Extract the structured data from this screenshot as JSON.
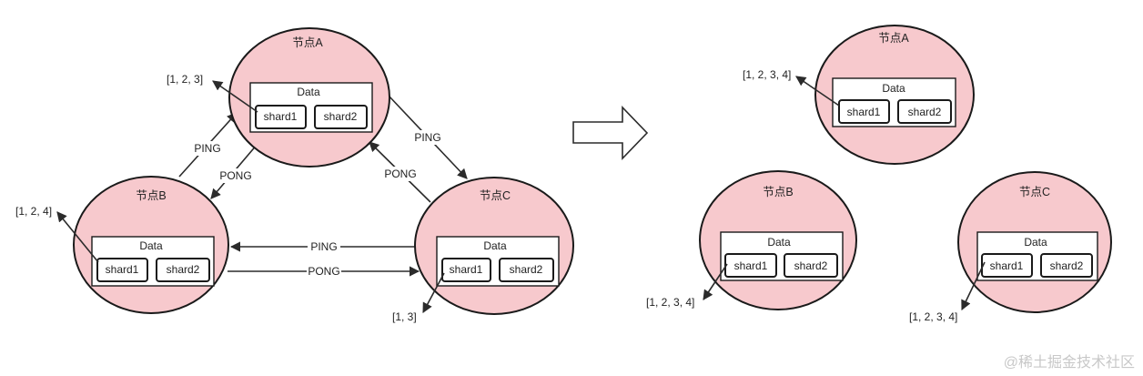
{
  "nodes": {
    "a_left": {
      "title": "节点A",
      "data_label": "Data",
      "shard1": "shard1",
      "shard2": "shard2",
      "list": "[1, 2, 3]"
    },
    "b_left": {
      "title": "节点B",
      "data_label": "Data",
      "shard1": "shard1",
      "shard2": "shard2",
      "list": "[1, 2, 4]"
    },
    "c_left": {
      "title": "节点C",
      "data_label": "Data",
      "shard1": "shard1",
      "shard2": "shard2",
      "list": "[1, 3]"
    },
    "a_right": {
      "title": "节点A",
      "data_label": "Data",
      "shard1": "shard1",
      "shard2": "shard2",
      "list": "[1, 2, 3, 4]"
    },
    "b_right": {
      "title": "节点B",
      "data_label": "Data",
      "shard1": "shard1",
      "shard2": "shard2",
      "list": "[1, 2, 3, 4]"
    },
    "c_right": {
      "title": "节点C",
      "data_label": "Data",
      "shard1": "shard1",
      "shard2": "shard2",
      "list": "[1, 2, 3, 4]"
    }
  },
  "edges": {
    "ping_b_to_a": "PING",
    "pong_a_to_b": "PONG",
    "ping_a_to_c": "PING",
    "pong_c_to_a": "PONG",
    "ping_c_to_b": "PING",
    "pong_b_to_c": "PONG"
  },
  "watermark": "@稀土掘金技术社区",
  "colors": {
    "node_fill": "#f7c9cd",
    "stroke": "#1a1a1a"
  }
}
